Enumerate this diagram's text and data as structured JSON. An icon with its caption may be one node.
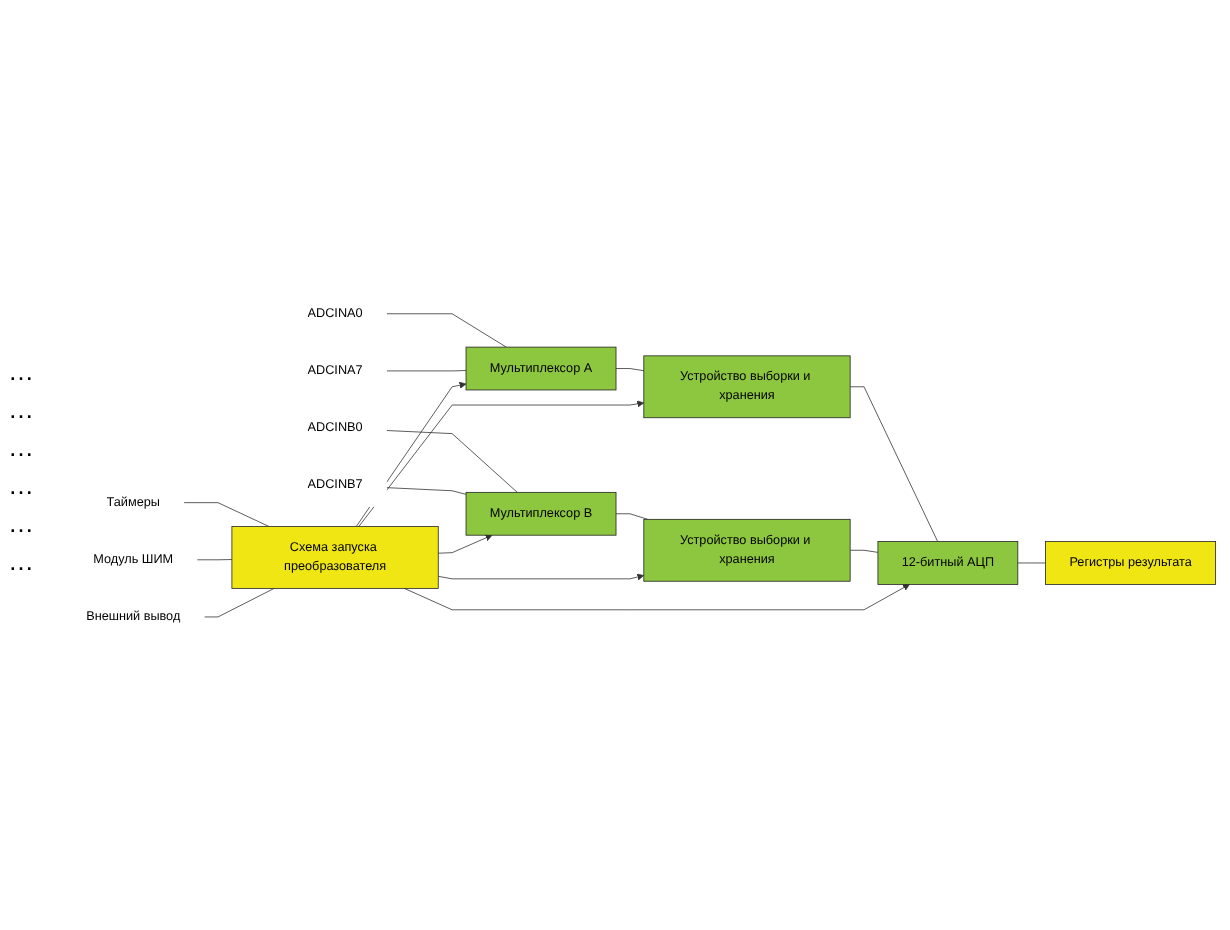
{
  "diagram": {
    "nodes": [
      {
        "text": [
          "ADCINA0"
        ]
      },
      {
        "text": [
          "ADCINA7"
        ]
      },
      {
        "text": [
          "ADCINB0"
        ]
      },
      {
        "text": [
          "ADCINB7"
        ]
      },
      {
        "text": [
          "Мультиплексор A"
        ]
      },
      {
        "text": [
          "Мультиплексор B"
        ]
      },
      {
        "text": [
          "Устройство выборки и хранения"
        ]
      },
      {
        "text": [
          "Устройство выборки и хранения"
        ]
      },
      {
        "text": [
          "12-битный АЦП"
        ]
      },
      {
        "text": [
          "Регистры результата"
        ]
      },
      {
        "text": [
          "Схема запуска преобразователя"
        ]
      },
      {
        "text": [
          "Таймеры"
        ]
      },
      {
        "text": [
          "Модуль ШИМ"
        ]
      },
      {
        "text": [
          "Внешний вывод"
        ]
      }
    ],
    "edges": [
      {
        "from": 0,
        "to": 4,
        "arrow": "none"
      },
      {
        "from": 1,
        "to": 4,
        "arrow": "none"
      },
      {
        "from": 2,
        "to": 5,
        "arrow": "none"
      },
      {
        "from": 3,
        "to": 5,
        "arrow": "none"
      },
      {
        "from": 4,
        "to": 6,
        "arrow": "none"
      },
      {
        "from": 5,
        "to": 7,
        "arrow": "none"
      },
      {
        "from": 6,
        "to": 8,
        "arrow": "none"
      },
      {
        "from": 7,
        "to": 8,
        "arrow": "none"
      },
      {
        "from": 8,
        "to": 9,
        "arrow": "none"
      },
      {
        "from": 10,
        "to": 8,
        "arrow": "to"
      },
      {
        "from": 10,
        "to": 6,
        "arrow": "to"
      },
      {
        "from": 10,
        "to": 7,
        "arrow": "to"
      },
      {
        "from": 10,
        "to": 5,
        "arrow": "to"
      },
      {
        "from": 10,
        "to": 4,
        "arrow": "to"
      },
      {
        "from": 11,
        "to": 10,
        "arrow": "none"
      },
      {
        "from": 12,
        "to": 10,
        "arrow": "none"
      },
      {
        "from": 13,
        "to": 10,
        "arrow": "none"
      }
    ],
    "labels": [
      "…",
      "…",
      "…",
      "…",
      "…",
      "…"
    ]
  }
}
